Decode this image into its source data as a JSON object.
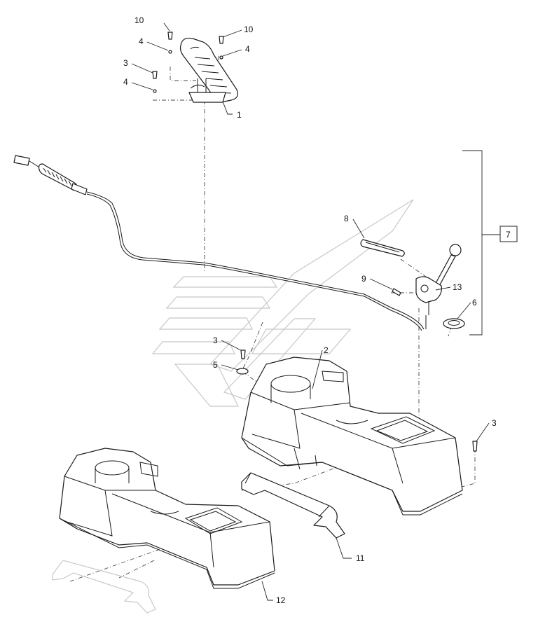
{
  "callouts": [
    {
      "id": "c10a",
      "text": "10"
    },
    {
      "id": "c4a",
      "text": "4"
    },
    {
      "id": "c3a",
      "text": "3"
    },
    {
      "id": "c4b",
      "text": "4"
    },
    {
      "id": "c10b",
      "text": "10"
    },
    {
      "id": "c4c",
      "text": "4"
    },
    {
      "id": "c1",
      "text": "1"
    },
    {
      "id": "c8",
      "text": "8"
    },
    {
      "id": "c7",
      "text": "7"
    },
    {
      "id": "c9",
      "text": "9"
    },
    {
      "id": "c13",
      "text": "13"
    },
    {
      "id": "c6",
      "text": "6"
    },
    {
      "id": "c3b",
      "text": "3"
    },
    {
      "id": "c2",
      "text": "2"
    },
    {
      "id": "c5",
      "text": "5"
    },
    {
      "id": "c3c",
      "text": "3"
    },
    {
      "id": "c11",
      "text": "11"
    },
    {
      "id": "c12",
      "text": "12"
    }
  ],
  "colors": {
    "line": "#1a1a1a",
    "watermark": "#c8c8c8",
    "background": "#ffffff"
  }
}
